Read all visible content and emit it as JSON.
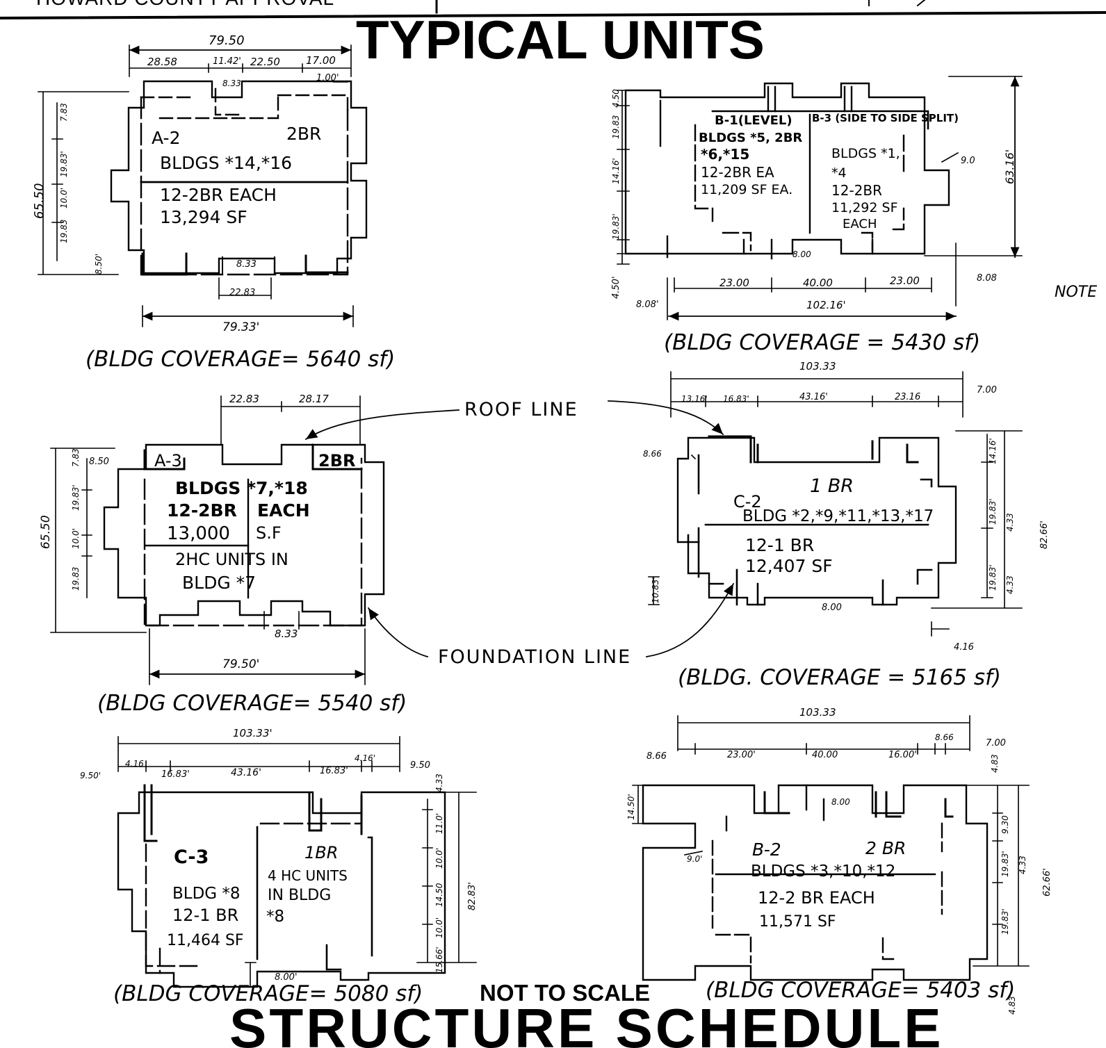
{
  "header": {
    "approval": "HOWARD COUNTY APPROVAL",
    "title": "TYPICAL UNITS",
    "bottom_title": "STRUCTURE SCHEDULE",
    "not_to_scale": "NOT TO SCALE",
    "note": "NOTE"
  },
  "callouts": {
    "roof_line": "ROOF LINE",
    "foundation_line": "FOUNDATION LINE"
  },
  "units": {
    "a2": {
      "lines": [
        "A-2",
        "2BR",
        "BLDGS *14,*16",
        "12-2BR EACH",
        "13,294 SF"
      ],
      "coverage": "(BLDG COVERAGE= 5640 sf)",
      "dims": [
        "79.50",
        "28.58",
        "11.42'",
        "22.50",
        "17.00",
        "1.00'",
        "8.33",
        "8.33",
        "22.83",
        "79.33'",
        "7.83",
        "19.83'",
        "10.0'",
        "19.83",
        "8.50'",
        "65.50"
      ]
    },
    "b1": {
      "lines": [
        "B-1(LEVEL)",
        "B-3 (SIDE TO SIDE SPLIT)",
        "BLDGS *5, 2BR",
        "*6,*15",
        "12-2BR EA",
        "11,209 SF EA.",
        "BLDGS *1,",
        "*4",
        "12-2BR",
        "11,292 SF",
        "EACH"
      ],
      "coverage": "(BLDG COVERAGE = 5430 sf)",
      "dims": [
        "4.50",
        "19.83",
        "14.16'",
        "19.83'",
        "4.50'",
        "8.08'",
        "23.00",
        "40.00",
        "23.00",
        "8.08",
        "102.16'",
        "63.16'",
        "8.00",
        "9.0"
      ]
    },
    "a3": {
      "lines": [
        "A-3",
        "2BR",
        "BLDGS *7,*18",
        "12-2BR",
        "EACH",
        "13,000",
        "S.F",
        "2HC UNITS IN",
        "BLDG *7"
      ],
      "coverage": "(BLDG COVERAGE= 5540 sf)",
      "dims": [
        "22.83",
        "28.17",
        "8.50",
        "7.83",
        "19.83'",
        "10.0'",
        "19.83",
        "65.50",
        "8.33",
        "79.50'"
      ]
    },
    "c2": {
      "lines": [
        "1 BR",
        "C-2",
        "BLDG *2,*9,*11,*13,*17",
        "12-1 BR",
        "12,407 SF"
      ],
      "coverage": "(BLDG. COVERAGE = 5165 sf)",
      "dims": [
        "103.33",
        "13.16'",
        "16.83'",
        "43.16'",
        "23.16",
        "7.00",
        "8.66",
        "14.16'",
        "19.83'",
        "19.83'",
        "4.33",
        "4.33",
        "82.66'",
        "10.83'",
        "8.00",
        "4.16"
      ]
    },
    "c3": {
      "lines": [
        "C-3",
        "1BR",
        "4 HC UNITS",
        "IN BLDG",
        "*8",
        "BLDG *8",
        "12-1 BR",
        "11,464 SF"
      ],
      "coverage": "(BLDG COVERAGE= 5080 sf)",
      "dims": [
        "103.33'",
        "9.50'",
        "4.16",
        "16.83'",
        "43.16'",
        "16.83'",
        "4.16'",
        "9.50",
        "4.33",
        "11.0'",
        "10.0'",
        "14.50",
        "10.0'",
        "15.66'",
        "82.83'",
        "8.00'"
      ]
    },
    "b2": {
      "lines": [
        "B-2",
        "2 BR",
        "BLDGS *3,*10,*12",
        "12-2 BR EACH",
        "11,571 SF"
      ],
      "coverage": "(BLDG COVERAGE= 5403 sf)",
      "dims": [
        "103.33",
        "8.66",
        "23.00'",
        "40.00",
        "16.00'",
        "8.66",
        "7.00",
        "4.83",
        "14.50'",
        "8.00",
        "9.30",
        "19.83'",
        "4.33",
        "19.83'",
        "62.66'",
        "9.0'",
        "4.83"
      ]
    }
  }
}
